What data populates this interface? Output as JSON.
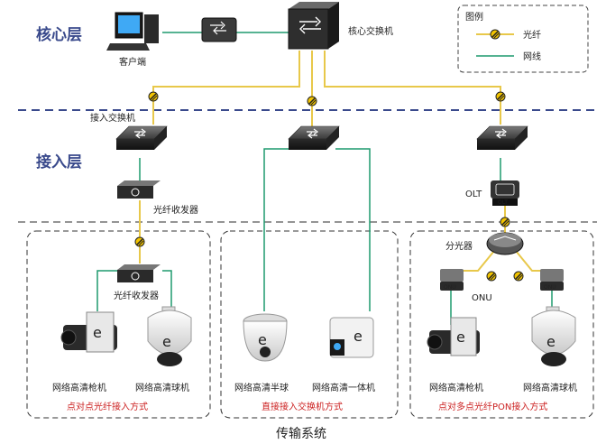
{
  "layers": {
    "core": "核心层",
    "access": "接入层"
  },
  "legend": {
    "title": "图例",
    "fiber": "光纤",
    "network_cable": "网线",
    "fiber_color": "#e8c84a",
    "cable_color": "#1e9a6e"
  },
  "devices": {
    "client": "客户端",
    "core_switch": "核心交换机",
    "access_switch": "接入交换机",
    "fiber_transceiver_top": "光纤收发器",
    "fiber_transceiver_bottom": "光纤收发器",
    "olt": "OLT",
    "olt_small": "OLT",
    "splitter": "分光器",
    "onu": "ONU",
    "onu_left": "ONU",
    "onu_right": "ONU"
  },
  "cameras": {
    "gun1": "网络高清枪机",
    "dome1": "网络高清球机",
    "halfdome": "网络高清半球",
    "integrated": "网络高清一体机",
    "gun2": "网络高清枪机",
    "dome2": "网络高清球机"
  },
  "sections": {
    "p2p": "点对点光纤接入方式",
    "direct": "直接接入交换机方式",
    "pon": "点对多点光纤PON接入方式"
  },
  "caption": "传输系统"
}
